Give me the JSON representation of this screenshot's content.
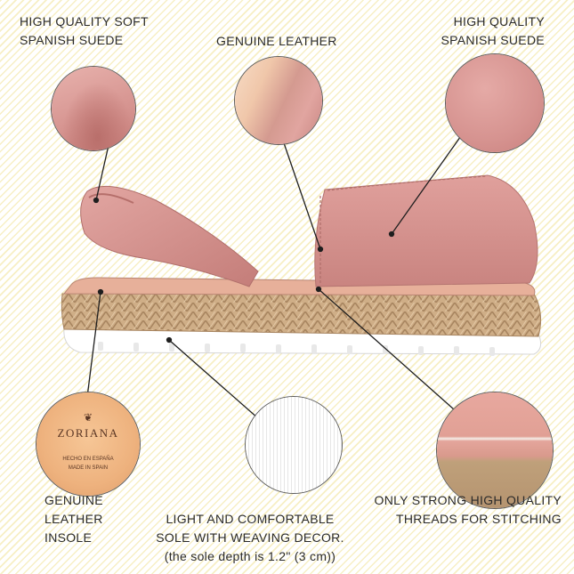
{
  "labels": {
    "top_left": "HIGH QUALITY SOFT\nSPANISH SUEDE",
    "top_center": "GENUINE LEATHER",
    "top_right": "HIGH QUALITY\nSPANISH SUEDE",
    "bottom_left": "GENUINE\nLEATHER\nINSOLE",
    "bottom_center_main": "LIGHT AND COMFORTABLE\nSOLE WITH WEAVING DECOR.",
    "bottom_center_sub": "(the sole depth is 1.2\" (3 cm))",
    "bottom_right": "ONLY STRONG HIGH QUALITY\nTHREADS FOR STITCHING"
  },
  "insole_stamp": {
    "brand": "ZORIANA",
    "made_line1": "HECHO EN ESPAÑA",
    "made_line2": "MADE IN SPAIN"
  },
  "colors": {
    "suede": "#d8918d",
    "jute": "#c8a57c",
    "sole": "#ffffff",
    "stripe": "#f7efc4",
    "text": "#2b2b2b"
  }
}
